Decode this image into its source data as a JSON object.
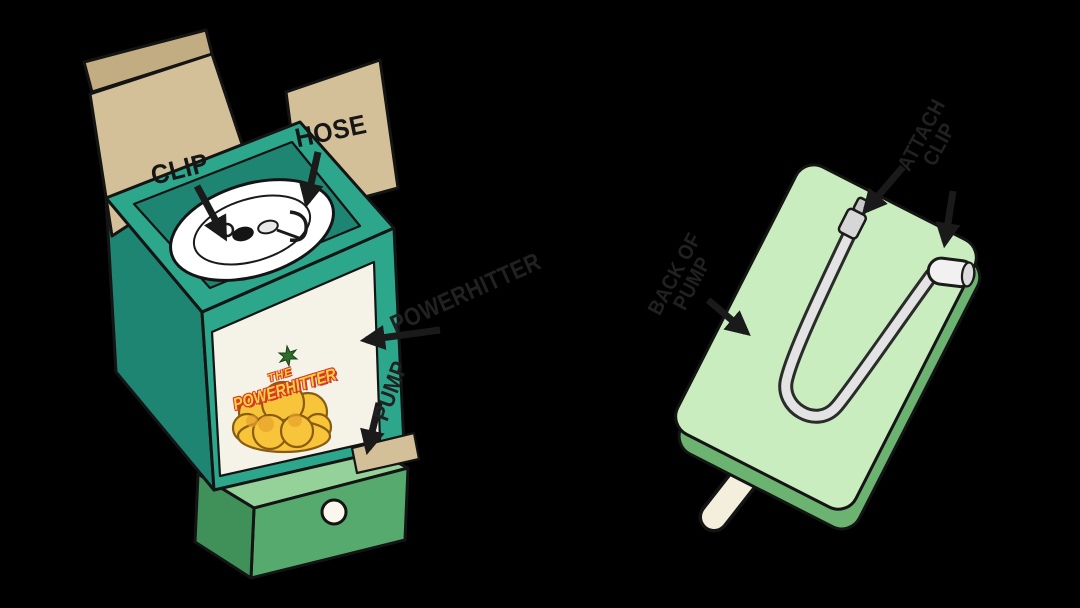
{
  "colors": {
    "background": "#000000",
    "cardboard": "#d3c098",
    "cardboard_dark": "#c2ad83",
    "teal": "#2ca78c",
    "teal_dark": "#1e8572",
    "plate_white": "#ffffff",
    "box_face": "#f5f2e8",
    "base_green": "#94d29a",
    "base_green_front": "#57aa6d",
    "base_green_side": "#3f9059",
    "panel_green": "#c9edbf",
    "panel_green_side": "#6cb271",
    "tube_gray": "#e3e3e3",
    "nozzle_cream": "#f4eedd",
    "cloud_gold": "#f7c43a",
    "cloud_shade": "#e5a32c",
    "logo_yellow": "#ffd23c",
    "logo_red": "#d8372a",
    "label_dark": "#212121",
    "arrow_dark": "#1a1a1a"
  },
  "left": {
    "clip_label": "CLIP",
    "hose_label": "HOSE",
    "powerhitter_label": "POWERHITTER",
    "pump_label": "PUMP",
    "logo": {
      "prefix": "THE",
      "name": "POWERHITTER"
    }
  },
  "right": {
    "attach_clip": {
      "line1": "ATTACH",
      "line2": "CLIP"
    },
    "back_of_pump": {
      "line1": "BACK OF",
      "line2": "PUMP"
    }
  }
}
